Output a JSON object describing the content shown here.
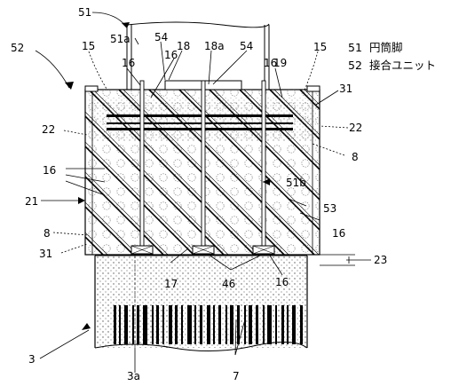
{
  "figure": {
    "refs": {
      "r51": "51",
      "r51a": "51a",
      "r51b": "51b",
      "r52": "52",
      "r54": "54",
      "r18": "18",
      "r18a": "18a",
      "r15": "15",
      "r16": "16",
      "r19": "19",
      "r31": "31",
      "r22": "22",
      "r8": "8",
      "r21": "21",
      "r53": "53",
      "r17": "17",
      "r46": "46",
      "r23": "23",
      "r3": "3",
      "r3a": "3a",
      "r7": "7"
    },
    "legend": [
      {
        "num": "51",
        "text": "円筒脚"
      },
      {
        "num": "52",
        "text": "接合ユニット"
      }
    ]
  }
}
